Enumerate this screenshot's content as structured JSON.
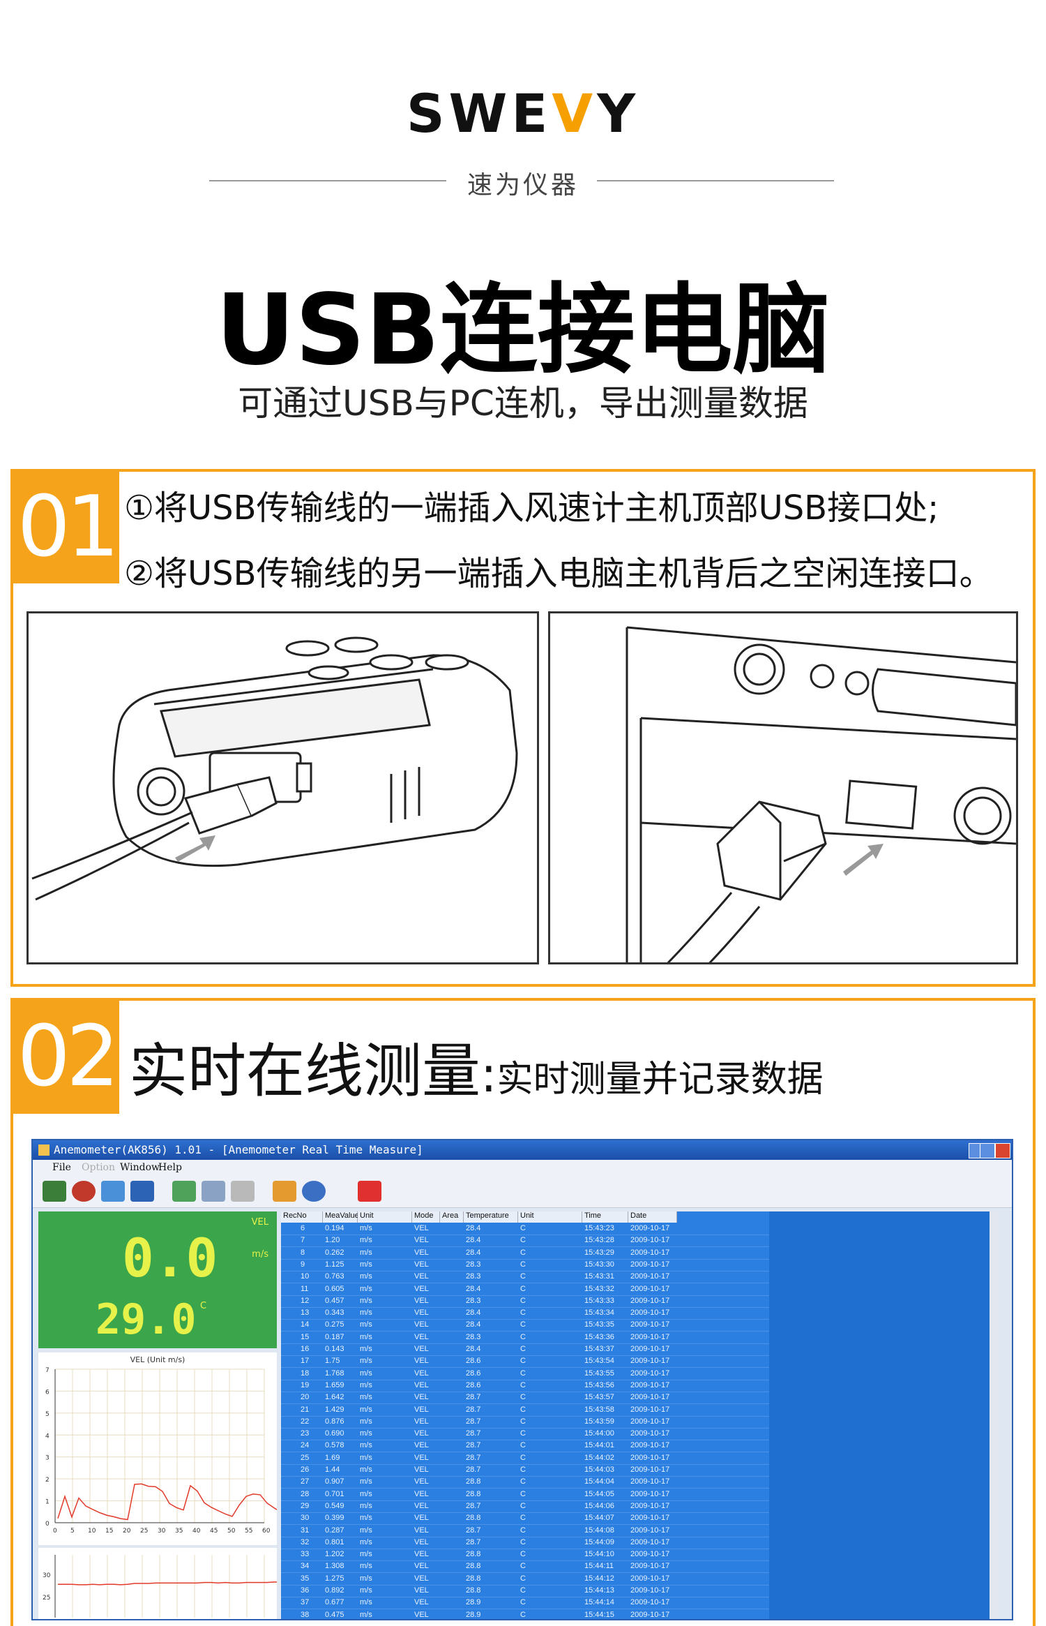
{
  "brand": {
    "name_pre": "SWE",
    "name_accent": "V",
    "name_post": "Y",
    "tagline": "速为仪器"
  },
  "hero": {
    "title": "USB连接电脑",
    "subtitle": "可通过USB与PC连机，导出测量数据"
  },
  "section1": {
    "number": "01",
    "step1": "①将USB传输线的一端插入风速计主机顶部USB接口处;",
    "step2": "②将USB传输线的另一端插入电脑主机背后之空闲连接口。"
  },
  "section2": {
    "number": "02",
    "title": "实时在线测量",
    "colon": ":",
    "subtitle": "实时测量并记录数据"
  },
  "software": {
    "window_title": "Anemometer(AK856) 1.01  - [Anemometer Real Time Measure]",
    "menu": [
      "File",
      "Option",
      "Window",
      "Help"
    ],
    "lcd": {
      "mode": "VEL",
      "unit1": "m/s",
      "value1": "0.0",
      "value2": "29.0",
      "unit2": "C"
    },
    "chart1": {
      "title": "VEL (Unit m/s)",
      "y_ticks": [
        "7",
        "6",
        "5",
        "4",
        "3",
        "2",
        "1",
        "0"
      ],
      "x_ticks": [
        "0",
        "5",
        "10",
        "15",
        "20",
        "25",
        "30",
        "35",
        "40",
        "45",
        "50",
        "55",
        "60"
      ]
    },
    "chart2": {
      "y_ticks": [
        "30",
        "25"
      ]
    },
    "columns": [
      "RecNo",
      "MeaValue",
      "Unit",
      "Mode",
      "Area",
      "Temperature",
      "Unit",
      "Time",
      "Date"
    ],
    "rows": [
      [
        "6",
        "0.194",
        "m/s",
        "VEL",
        "",
        "28.4",
        "C",
        "15:43:23",
        "2009-10-17"
      ],
      [
        "7",
        "1.20",
        "m/s",
        "VEL",
        "",
        "28.4",
        "C",
        "15:43:28",
        "2009-10-17"
      ],
      [
        "8",
        "0.262",
        "m/s",
        "VEL",
        "",
        "28.4",
        "C",
        "15:43:29",
        "2009-10-17"
      ],
      [
        "9",
        "1.125",
        "m/s",
        "VEL",
        "",
        "28.3",
        "C",
        "15:43:30",
        "2009-10-17"
      ],
      [
        "10",
        "0.763",
        "m/s",
        "VEL",
        "",
        "28.3",
        "C",
        "15:43:31",
        "2009-10-17"
      ],
      [
        "11",
        "0.605",
        "m/s",
        "VEL",
        "",
        "28.4",
        "C",
        "15:43:32",
        "2009-10-17"
      ],
      [
        "12",
        "0.457",
        "m/s",
        "VEL",
        "",
        "28.3",
        "C",
        "15:43:33",
        "2009-10-17"
      ],
      [
        "13",
        "0.343",
        "m/s",
        "VEL",
        "",
        "28.4",
        "C",
        "15:43:34",
        "2009-10-17"
      ],
      [
        "14",
        "0.275",
        "m/s",
        "VEL",
        "",
        "28.4",
        "C",
        "15:43:35",
        "2009-10-17"
      ],
      [
        "15",
        "0.187",
        "m/s",
        "VEL",
        "",
        "28.3",
        "C",
        "15:43:36",
        "2009-10-17"
      ],
      [
        "16",
        "0.143",
        "m/s",
        "VEL",
        "",
        "28.4",
        "C",
        "15:43:37",
        "2009-10-17"
      ],
      [
        "17",
        "1.75",
        "m/s",
        "VEL",
        "",
        "28.6",
        "C",
        "15:43:54",
        "2009-10-17"
      ],
      [
        "18",
        "1.768",
        "m/s",
        "VEL",
        "",
        "28.6",
        "C",
        "15:43:55",
        "2009-10-17"
      ],
      [
        "19",
        "1.659",
        "m/s",
        "VEL",
        "",
        "28.6",
        "C",
        "15:43:56",
        "2009-10-17"
      ],
      [
        "20",
        "1.642",
        "m/s",
        "VEL",
        "",
        "28.7",
        "C",
        "15:43:57",
        "2009-10-17"
      ],
      [
        "21",
        "1.429",
        "m/s",
        "VEL",
        "",
        "28.7",
        "C",
        "15:43:58",
        "2009-10-17"
      ],
      [
        "22",
        "0.876",
        "m/s",
        "VEL",
        "",
        "28.7",
        "C",
        "15:43:59",
        "2009-10-17"
      ],
      [
        "23",
        "0.690",
        "m/s",
        "VEL",
        "",
        "28.7",
        "C",
        "15:44:00",
        "2009-10-17"
      ],
      [
        "24",
        "0.578",
        "m/s",
        "VEL",
        "",
        "28.7",
        "C",
        "15:44:01",
        "2009-10-17"
      ],
      [
        "25",
        "1.69",
        "m/s",
        "VEL",
        "",
        "28.7",
        "C",
        "15:44:02",
        "2009-10-17"
      ],
      [
        "26",
        "1.44",
        "m/s",
        "VEL",
        "",
        "28.7",
        "C",
        "15:44:03",
        "2009-10-17"
      ],
      [
        "27",
        "0.907",
        "m/s",
        "VEL",
        "",
        "28.8",
        "C",
        "15:44:04",
        "2009-10-17"
      ],
      [
        "28",
        "0.701",
        "m/s",
        "VEL",
        "",
        "28.8",
        "C",
        "15:44:05",
        "2009-10-17"
      ],
      [
        "29",
        "0.549",
        "m/s",
        "VEL",
        "",
        "28.7",
        "C",
        "15:44:06",
        "2009-10-17"
      ],
      [
        "30",
        "0.399",
        "m/s",
        "VEL",
        "",
        "28.8",
        "C",
        "15:44:07",
        "2009-10-17"
      ],
      [
        "31",
        "0.287",
        "m/s",
        "VEL",
        "",
        "28.7",
        "C",
        "15:44:08",
        "2009-10-17"
      ],
      [
        "32",
        "0.801",
        "m/s",
        "VEL",
        "",
        "28.7",
        "C",
        "15:44:09",
        "2009-10-17"
      ],
      [
        "33",
        "1.202",
        "m/s",
        "VEL",
        "",
        "28.8",
        "C",
        "15:44:10",
        "2009-10-17"
      ],
      [
        "34",
        "1.308",
        "m/s",
        "VEL",
        "",
        "28.8",
        "C",
        "15:44:11",
        "2009-10-17"
      ],
      [
        "35",
        "1.275",
        "m/s",
        "VEL",
        "",
        "28.8",
        "C",
        "15:44:12",
        "2009-10-17"
      ],
      [
        "36",
        "0.892",
        "m/s",
        "VEL",
        "",
        "28.8",
        "C",
        "15:44:13",
        "2009-10-17"
      ],
      [
        "37",
        "0.677",
        "m/s",
        "VEL",
        "",
        "28.9",
        "C",
        "15:44:14",
        "2009-10-17"
      ],
      [
        "38",
        "0.475",
        "m/s",
        "VEL",
        "",
        "28.9",
        "C",
        "15:44:15",
        "2009-10-17"
      ]
    ]
  },
  "colors": {
    "accent": "#f5a31a",
    "grid_blue": "#1f6fd1",
    "lcd_green": "#3aa54a"
  }
}
